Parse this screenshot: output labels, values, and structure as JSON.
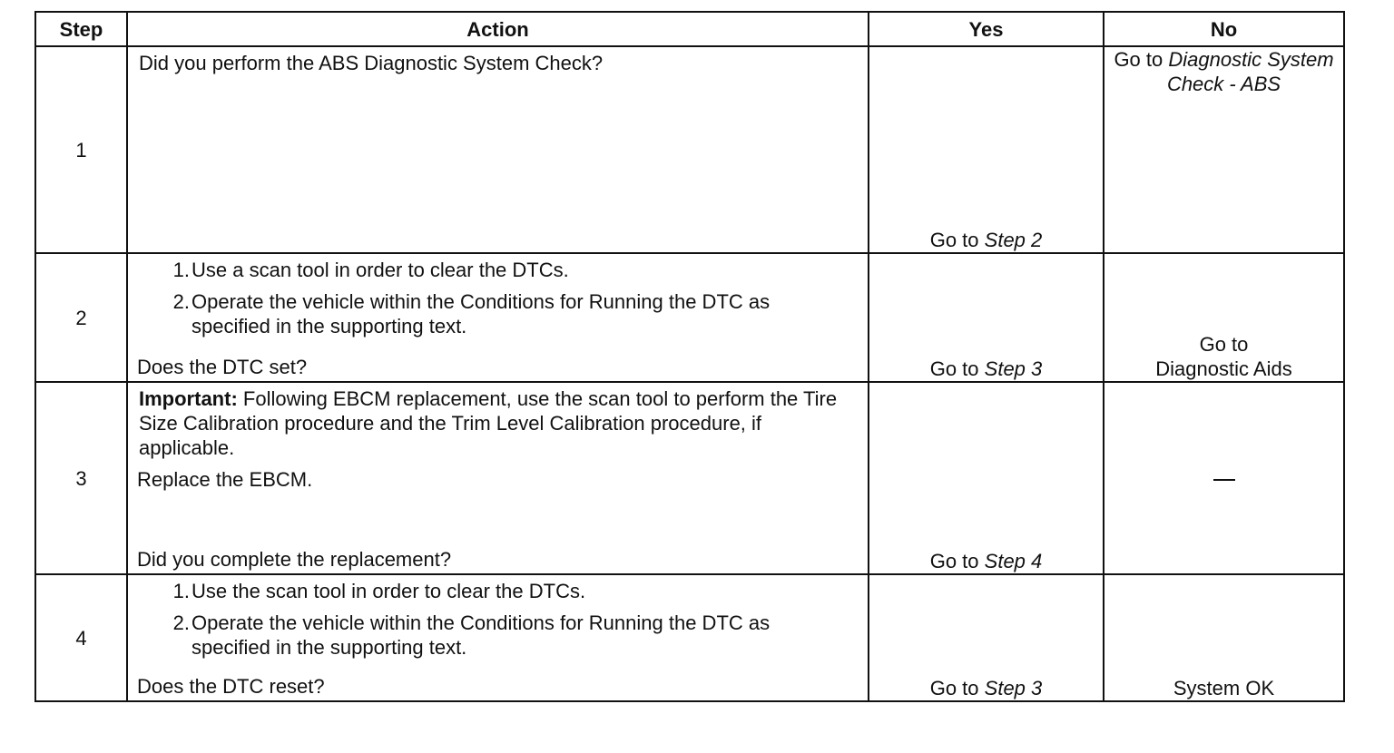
{
  "headers": {
    "step": "Step",
    "action": "Action",
    "yes": "Yes",
    "no": "No"
  },
  "rows": [
    {
      "step": "1",
      "action": "Did you perform the ABS Diagnostic System Check?",
      "yes_prefix": "Go to",
      "yes_link": "Step 2",
      "no_prefix": "Go to",
      "no_link": "Diagnostic System Check - ABS"
    },
    {
      "step": "2",
      "items": [
        {
          "num": "1.",
          "text": "Use a scan tool in order to clear the DTCs."
        },
        {
          "num": "2.",
          "text": "Operate the vehicle within the Conditions for Running the DTC as specified in the supporting text."
        }
      ],
      "question": "Does the DTC set?",
      "yes_prefix": "Go to",
      "yes_link": "Step 3",
      "no_line1": "Go to",
      "no_line2": "Diagnostic Aids"
    },
    {
      "step": "3",
      "important_label": "Important:",
      "important_text": "Following EBCM replacement, use the scan tool to perform the Tire Size Calibration procedure and the Trim Level Calibration procedure, if applicable.",
      "instruction": "Replace the EBCM.",
      "question": "Did you complete the replacement?",
      "yes_prefix": "Go to",
      "yes_link": "Step 4"
    },
    {
      "step": "4",
      "items": [
        {
          "num": "1.",
          "text": "Use the scan tool in order to clear the DTCs."
        },
        {
          "num": "2.",
          "text": "Operate the vehicle within the Conditions for Running the DTC as specified in the supporting text."
        }
      ],
      "question": "Does the DTC reset?",
      "yes_prefix": "Go to",
      "yes_link": "Step 3",
      "no_text": "System OK"
    }
  ]
}
